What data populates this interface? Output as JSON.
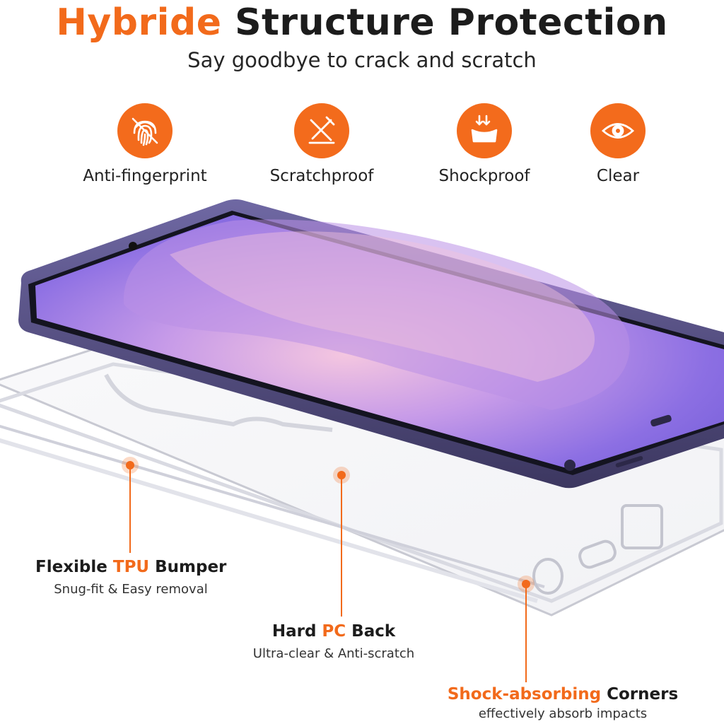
{
  "header": {
    "title_accent": "Hybride",
    "title_rest": "Structure Protection",
    "subtitle": "Say goodbye to crack and scratch"
  },
  "features": [
    {
      "label": "Anti-fingerprint",
      "icon": "fingerprint-icon"
    },
    {
      "label": "Scratchproof",
      "icon": "scratch-icon"
    },
    {
      "label": "Shockproof",
      "icon": "shock-icon"
    },
    {
      "label": "Clear",
      "icon": "eye-icon"
    }
  ],
  "callouts": {
    "tpu": {
      "pre": "Flexible ",
      "accent": "TPU",
      "post": " Bumper",
      "sub": "Snug-fit & Easy removal"
    },
    "pc": {
      "pre": "Hard ",
      "accent": "PC",
      "post": " Back",
      "sub": "Ultra-clear & Anti-scratch"
    },
    "corners": {
      "pre": "",
      "accent": "Shock-absorbing",
      "post": " Corners",
      "sub": "effectively absorb impacts"
    }
  },
  "colors": {
    "accent": "#f26a1b",
    "text": "#1c1c1c",
    "phone_frame": "#4b4570",
    "screen_purple": "#8e6fe0"
  }
}
